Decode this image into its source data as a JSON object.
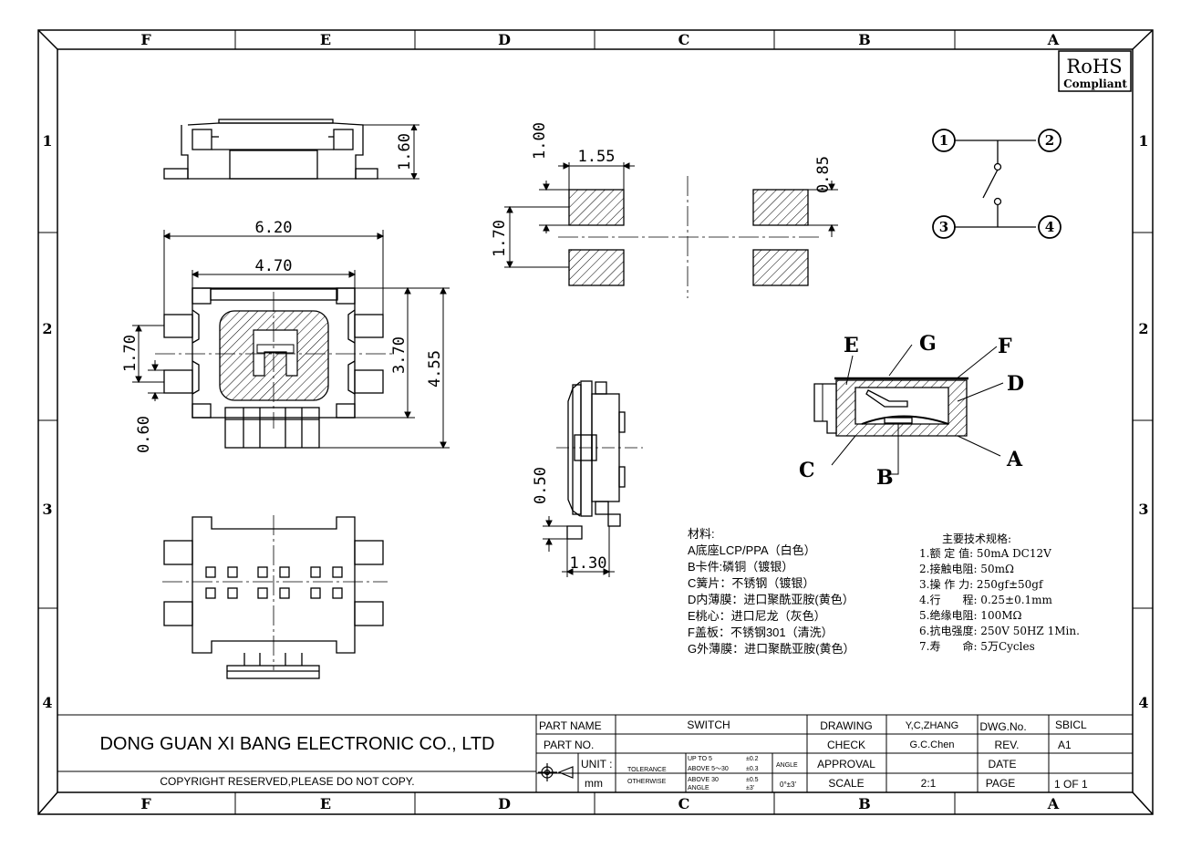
{
  "border": {
    "columns": [
      "F",
      "E",
      "D",
      "C",
      "B",
      "A"
    ],
    "rows": [
      "1",
      "2",
      "3",
      "4"
    ]
  },
  "rohs": {
    "title": "RoHS",
    "subtitle": "Compliant"
  },
  "dimensions": {
    "top_height": "1.60",
    "overall_width": "6.20",
    "inner_width": "4.70",
    "pin_pitch": "1.70",
    "body_height": "3.70",
    "overall_height": "4.55",
    "pin_width": "0.60",
    "pad_gap": "1.00",
    "pad_width": "1.55",
    "pad_pitch": "1.70",
    "pad_height": "0.85",
    "side_thickness": "0.50",
    "side_length": "1.30"
  },
  "schematic": {
    "pins": [
      "1",
      "2",
      "3",
      "4"
    ]
  },
  "section_labels": {
    "E": "E",
    "G": "G",
    "F": "F",
    "D": "D",
    "C": "C",
    "B": "B",
    "A": "A"
  },
  "materials": {
    "heading": "材料:",
    "items": [
      "A底座LCP/PPA（白色）",
      "B卡件:磷铜（镀银）",
      "C簧片：不锈钢（镀银）",
      "D内薄膜：进口聚酰亚胺(黄色）",
      "E桃心：进口尼龙（灰色）",
      "F盖板：不锈钢301（清洗）",
      "G外薄膜：进口聚酰亚胺(黄色）"
    ]
  },
  "specs": {
    "heading": "主要技术规格:",
    "items": [
      "1.额 定 值: 50mA DC12V",
      "2.接触电阻: 50mΩ",
      "3.操 作 力: 250gf±50gf",
      "4.行　　程: 0.25±0.1mm",
      "5.绝缘电阻: 100MΩ",
      "6.抗电强度: 250V 50HZ 1Min.",
      "7.寿　　命: 5万Cycles"
    ]
  },
  "title_block": {
    "company": "DONG GUAN XI BANG ELECTRONIC CO., LTD",
    "copyright": "COPYRIGHT RESERVED,PLEASE DO NOT COPY.",
    "part_name_label": "PART NAME",
    "part_name": "SWITCH",
    "part_no_label": "PART NO.",
    "unit_label": "UNIT :",
    "unit": "mm",
    "tolerance_label": "TOLERANCE",
    "otherwise_label": "OTHERWISE",
    "tol_lines": [
      "UP TO 5",
      "ABOVE 5～30",
      "ABOVE 30",
      "ANGLE"
    ],
    "tol_values": [
      "±0.2",
      "±0.3",
      "±0.5",
      "±3'"
    ],
    "angle_label": "ANGLE",
    "angle_value": "0°±3'",
    "drawing_label": "DRAWING",
    "drawing": "Y,C,ZHANG",
    "check_label": "CHECK",
    "check": "G.C.Chen",
    "approval_label": "APPROVAL",
    "scale_label": "SCALE",
    "scale": "2:1",
    "dwg_no_label": "DWG.No.",
    "dwg_no": "SBICL",
    "rev_label": "REV.",
    "rev": "A1",
    "date_label": "DATE",
    "page_label": "PAGE",
    "page": "1 OF 1"
  }
}
